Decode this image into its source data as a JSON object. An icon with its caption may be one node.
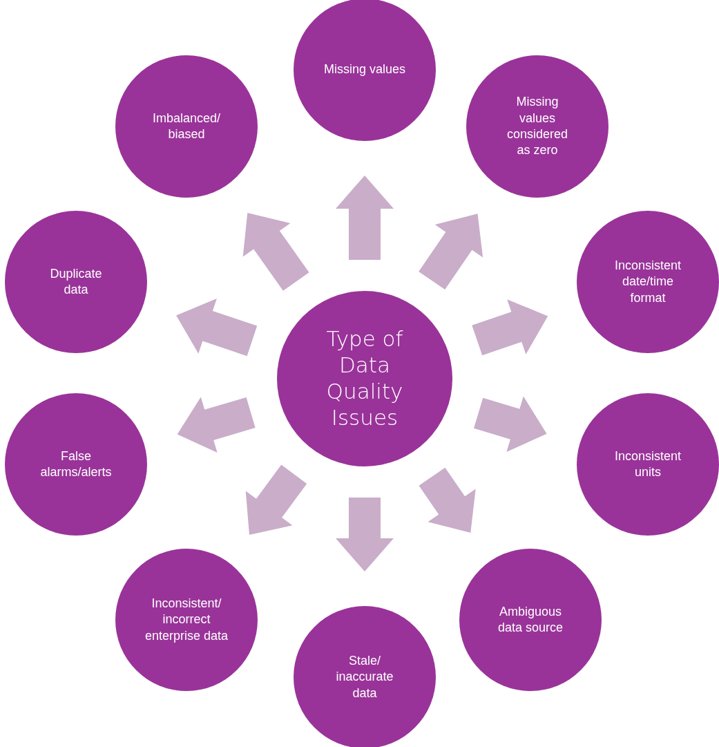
{
  "diagram": {
    "nodes": [
      {
        "text": [
          "Type of Data Quality Issues"
        ]
      },
      {
        "text": [
          "Missing values"
        ]
      },
      {
        "text": [
          "Missing values considered as zero"
        ]
      },
      {
        "text": [
          "Inconsistent date/time format"
        ]
      },
      {
        "text": [
          "Inconsistent units"
        ]
      },
      {
        "text": [
          "Ambiguous data source"
        ]
      },
      {
        "text": [
          "Stale/ inaccurate data"
        ]
      },
      {
        "text": [
          "Inconsistent/ incorrect enterprise data"
        ]
      },
      {
        "text": [
          "False alarms/alerts"
        ]
      },
      {
        "text": [
          "Duplicate data"
        ]
      },
      {
        "text": [
          "Imbalanced/ biased"
        ]
      }
    ],
    "edges": [
      {
        "from": 0,
        "to": 1,
        "arrow": "to"
      },
      {
        "from": 0,
        "to": 2,
        "arrow": "to"
      },
      {
        "from": 0,
        "to": 3,
        "arrow": "to"
      },
      {
        "from": 0,
        "to": 4,
        "arrow": "to"
      },
      {
        "from": 0,
        "to": 5,
        "arrow": "to"
      },
      {
        "from": 0,
        "to": 6,
        "arrow": "to"
      },
      {
        "from": 0,
        "to": 7,
        "arrow": "to"
      },
      {
        "from": 0,
        "to": 8,
        "arrow": "to"
      },
      {
        "from": 0,
        "to": 9,
        "arrow": "to"
      },
      {
        "from": 0,
        "to": 10,
        "arrow": "to"
      }
    ]
  }
}
